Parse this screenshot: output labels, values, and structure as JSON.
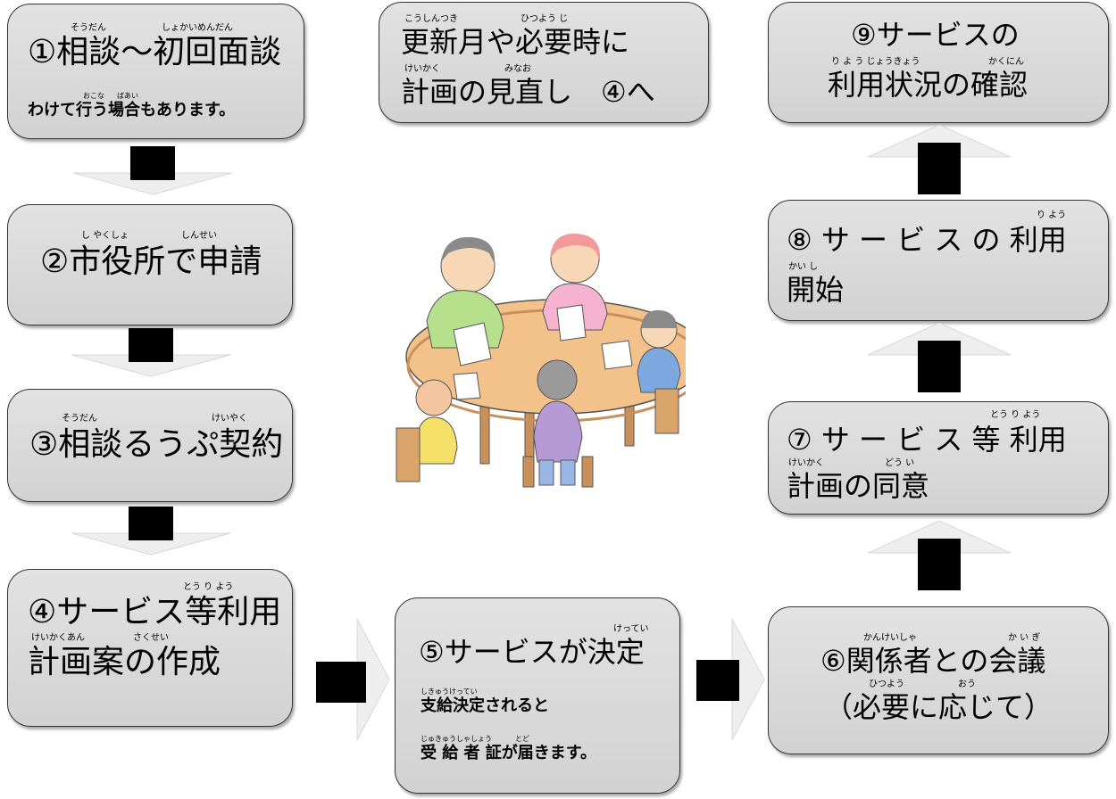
{
  "steps": {
    "s1": {
      "title": "①相談～初回面談",
      "ruby1": "そうだん",
      "ruby2": "しょかいめんだん",
      "note": "わけて行う場合もあります。",
      "note_ruby1": "おこな",
      "note_ruby2": "ばあい"
    },
    "s2": {
      "title": "②市役所で申請",
      "ruby1": "し やくしょ",
      "ruby2": "しんせい"
    },
    "s3": {
      "title": "③相談るうぷ契約",
      "ruby1": "そうだん",
      "ruby2": "けいやく"
    },
    "s4": {
      "line1": "④サービス等利用",
      "line2": "計画案の作成",
      "ruby1": "とう り よう",
      "ruby2": "けいかくあん",
      "ruby3": "さくせい"
    },
    "s5": {
      "title": "⑤サービスが決定",
      "ruby1": "けってい",
      "note1": "支給決定されると",
      "note1_ruby": "しきゅうけってい",
      "note2": "受 給 者 証が届きます。",
      "note2_ruby1": "じゅきゅうしゃしょう",
      "note2_ruby2": "とど"
    },
    "s6": {
      "line1": "⑥関係者との会議",
      "line2": "（必要に応じて）",
      "ruby1": "かんけいしゃ",
      "ruby2": "か い ぎ",
      "ruby3": "ひつよう",
      "ruby4": "おう"
    },
    "s7": {
      "line1": "⑦ サ ー ビ ス 等 利用",
      "line2": "計画の同意",
      "ruby1": "とう  り よう",
      "ruby2": "けいかく",
      "ruby3": "どう い"
    },
    "s8": {
      "line1": "⑧ サ ー ビ ス の 利用",
      "line2": "開始",
      "ruby1": "り よう",
      "ruby2": "かい し"
    },
    "s9": {
      "line1": "⑨サービスの",
      "line2": "利用状況の確認",
      "ruby1": "り よ う じょうきょう",
      "ruby2": "かくにん"
    },
    "review": {
      "line1": "更新月や必要時に",
      "line2": "計画の見直し　④へ",
      "ruby1": "こうしんつき",
      "ruby2": "ひつよう じ",
      "ruby3": "けいかく",
      "ruby4": "みなお"
    }
  },
  "colors": {
    "box_fill": "#d9d9d9",
    "arrow_fill": "#f0f0f0",
    "arrow_block": "#000000"
  },
  "illustration": {
    "icon": "meeting-table-illustration"
  }
}
